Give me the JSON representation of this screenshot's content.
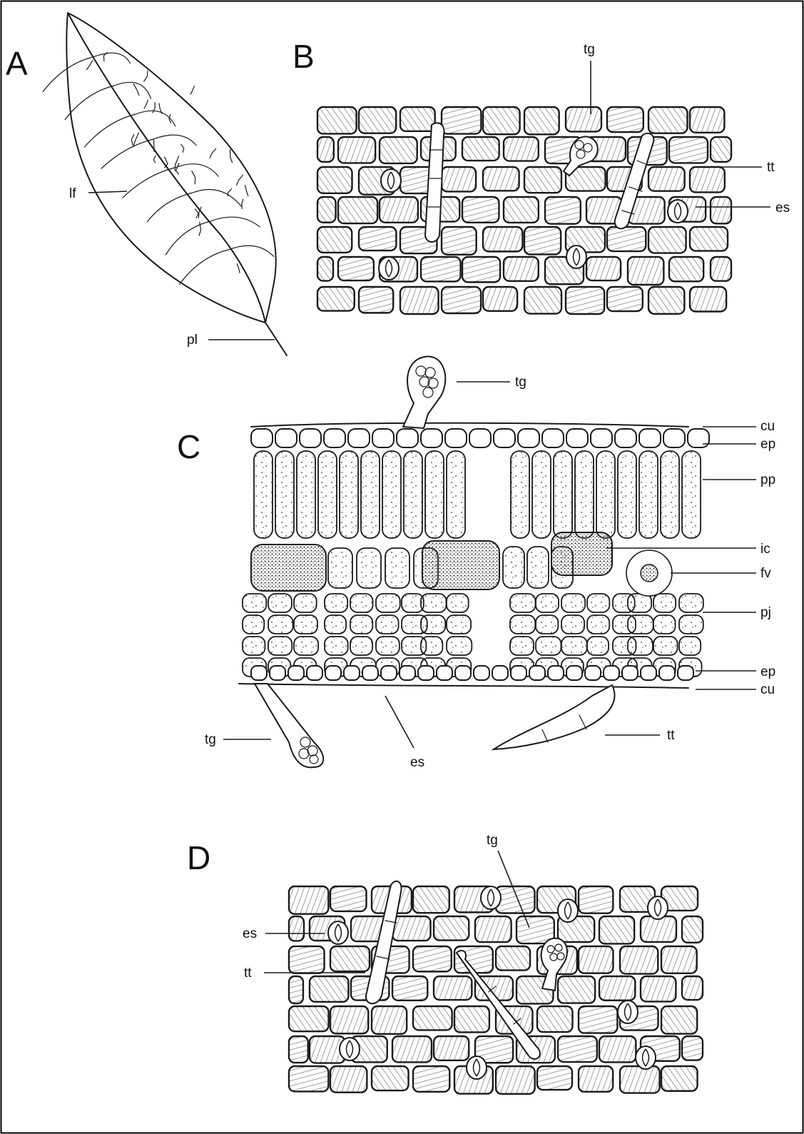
{
  "figure": {
    "panels": {
      "A": {
        "letter": "A",
        "labels": {
          "lf": "lf",
          "pl": "pl"
        }
      },
      "B": {
        "letter": "B",
        "labels": {
          "tg": "tg",
          "tt": "tt",
          "es": "es"
        }
      },
      "C": {
        "letter": "C",
        "labels": {
          "tg_top": "tg",
          "cu_top": "cu",
          "ep_top": "ep",
          "pp": "pp",
          "ic": "ic",
          "fv": "fv",
          "pj": "pj",
          "ep_bottom": "ep",
          "cu_bottom": "cu",
          "tt": "tt",
          "tg_bottom": "tg",
          "es": "es"
        }
      },
      "D": {
        "letter": "D",
        "labels": {
          "tg": "tg",
          "es": "es",
          "tt": "tt"
        }
      }
    }
  },
  "colors": {
    "ink": "#1a1a1a",
    "background": "#ffffff",
    "frame": "#000000"
  }
}
